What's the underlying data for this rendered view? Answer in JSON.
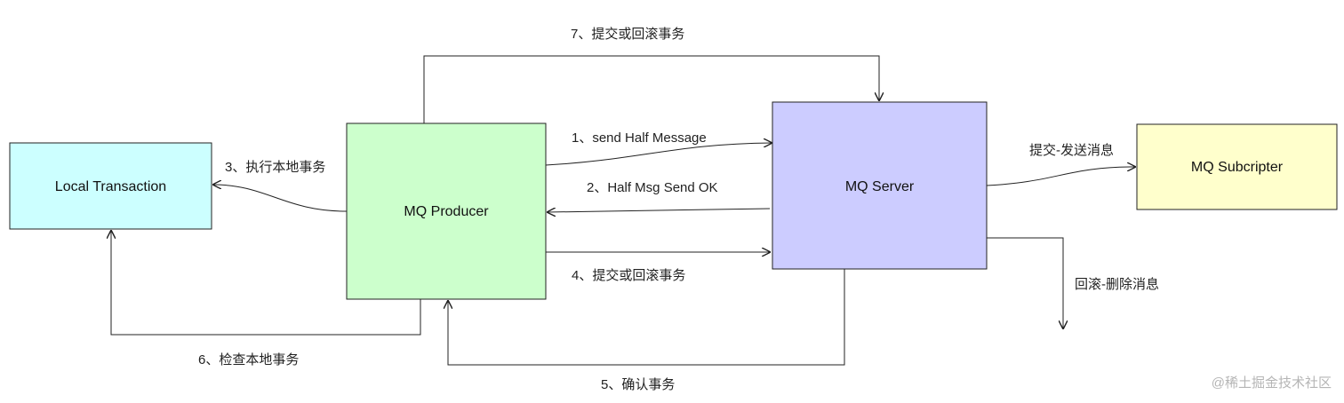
{
  "nodes": {
    "local_transaction": {
      "label": "Local Transaction",
      "fill": "#ccffff"
    },
    "mq_producer": {
      "label": "MQ Producer",
      "fill": "#ccffcc"
    },
    "mq_server": {
      "label": "MQ Server",
      "fill": "#ccccff"
    },
    "mq_subscriber": {
      "label": "MQ Subcripter",
      "fill": "#ffffcc"
    }
  },
  "edges": {
    "step1": "1、send Half Message",
    "step2": "2、Half Msg Send OK",
    "step3": "3、执行本地事务",
    "step4": "4、提交或回滚事务",
    "step5": "5、确认事务",
    "step6": "6、检查本地事务",
    "step7": "7、提交或回滚事务",
    "commit_send": "提交-发送消息",
    "rollback_delete": "回滚-删除消息"
  },
  "watermark": "@稀土掘金技术社区",
  "colors": {
    "stroke": "#222222"
  }
}
